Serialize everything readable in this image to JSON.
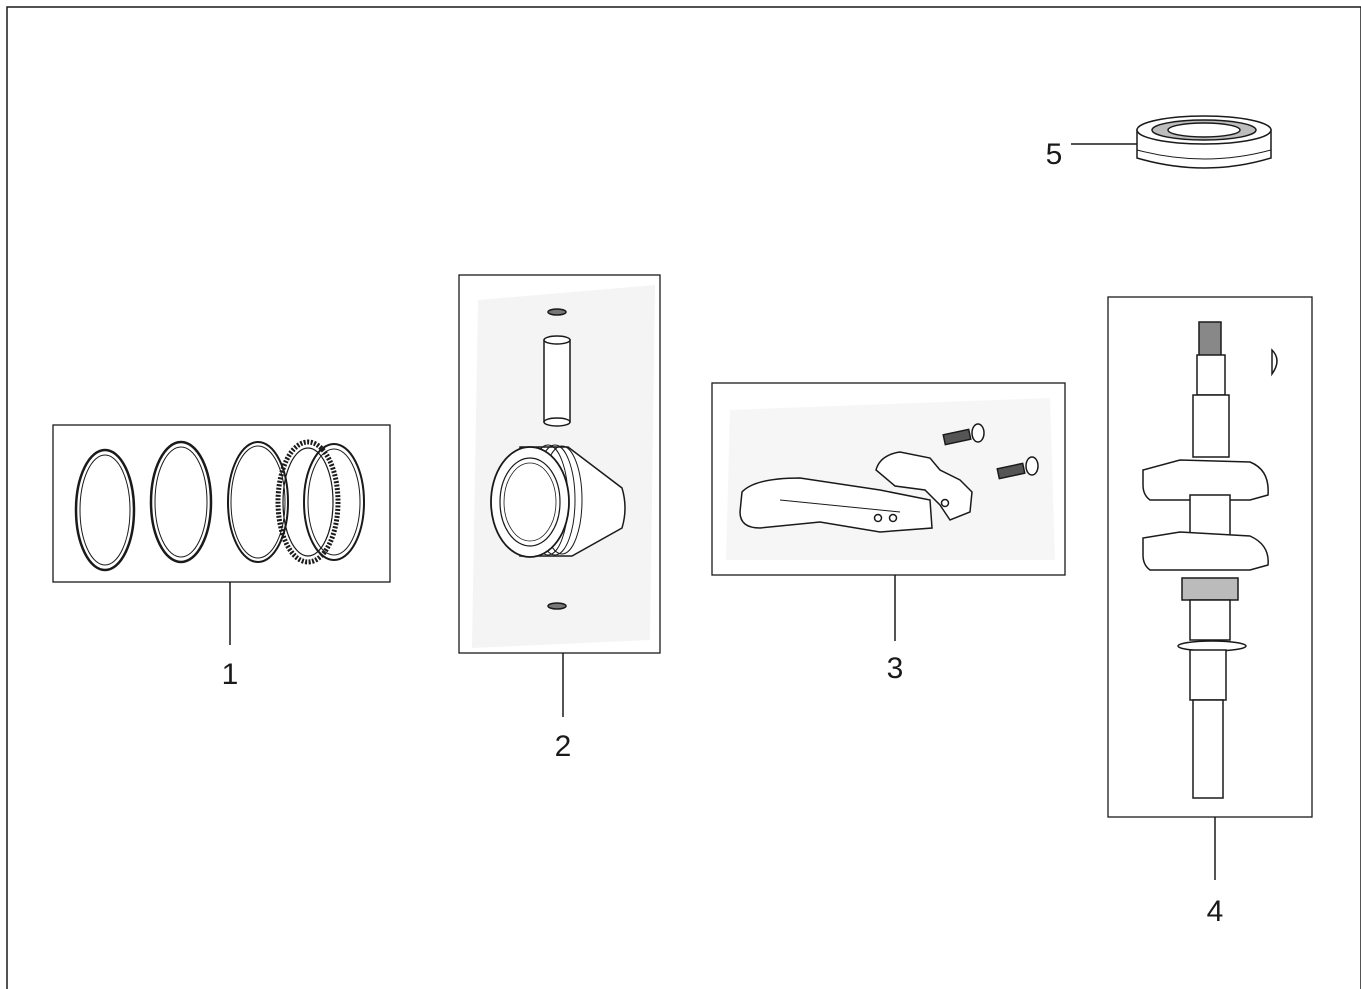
{
  "parts": [
    {
      "number": "1",
      "part": "piston-rings"
    },
    {
      "number": "2",
      "part": "piston-assembly"
    },
    {
      "number": "3",
      "part": "connecting-rod"
    },
    {
      "number": "4",
      "part": "crankshaft"
    },
    {
      "number": "5",
      "part": "bearing"
    }
  ],
  "colors": {
    "line": "#1a1a1a",
    "fill": "#ffffff",
    "shade": "#d9d9d9"
  }
}
